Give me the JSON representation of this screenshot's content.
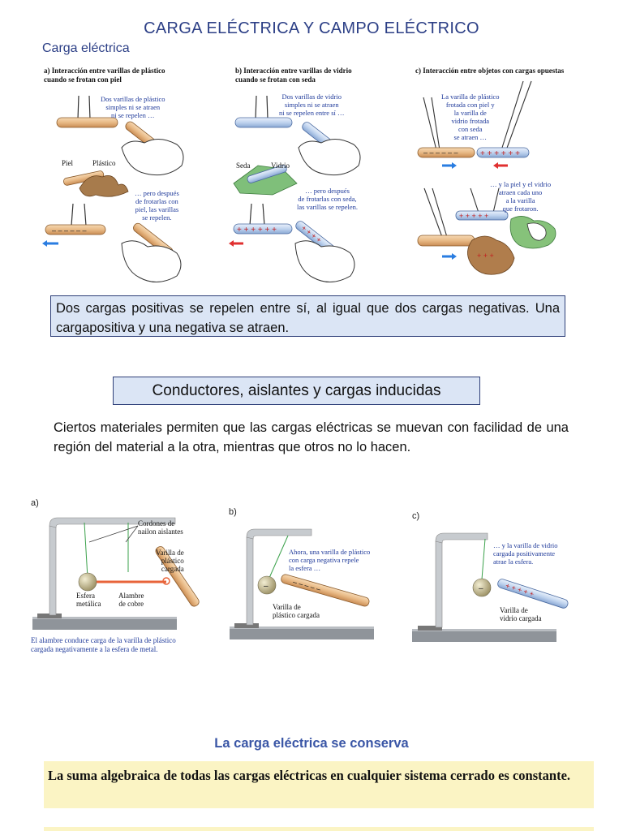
{
  "title": "CARGA ELÉCTRICA Y CAMPO ELÉCTRICO",
  "subtitle": "Carga eléctrica",
  "figure1": {
    "a": {
      "caption_line1": "a) Interacción entre varillas de plástico",
      "caption_line2": "cuando se frotan con piel",
      "note1": [
        "Dos varillas de plástico",
        "simples ni se atraen",
        "ni se repelen …"
      ],
      "label_piel": "Piel",
      "label_plastico": "Plástico",
      "note2": [
        "… pero después",
        "de frotarlas con",
        "piel, las varillas",
        "se repelen."
      ]
    },
    "b": {
      "caption_line1": "b) Interacción entre varillas de vidrio",
      "caption_line2": "cuando se frotan con seda",
      "note1": [
        "Dos varillas de vidrio",
        "simples ni se atraen",
        "ni se repelen entre sí …"
      ],
      "label_seda": "Seda",
      "label_vidrio": "Vidrio",
      "note2": [
        "… pero después",
        "de frotarlas con seda,",
        "las varillas se repelen."
      ]
    },
    "c": {
      "caption_line1": "c) Interacción entre objetos con cargas opuestas",
      "note1": [
        "La varilla de plástico",
        "frotada con piel y",
        "la varilla de",
        "vidrio frotada",
        "con seda",
        "se atraen …"
      ],
      "note2": [
        "… y la piel y el vidrio",
        "atraen cada uno",
        "a la varilla",
        "que frotaron."
      ]
    }
  },
  "rule_box": "Dos cargas positivas se repelen entre sí, al igual que dos cargas negativas. Una cargapositiva y una negativa se atraen.",
  "section2_title": "Conductores, aislantes y cargas inducidas",
  "section2_paragraph": "Ciertos materiales permiten que las cargas eléctricas se muevan con facilidad de una región del material a la otra, mientras que otros no lo hacen.",
  "figure2": {
    "a": {
      "tag": "a)",
      "label_cordones": [
        "Cordones de",
        "nailon aislantes"
      ],
      "label_varilla": [
        "Varilla de",
        "plástico",
        "cargada"
      ],
      "label_esfera": [
        "Esfera",
        "metálica"
      ],
      "label_alambre": [
        "Alambre",
        "de cobre"
      ],
      "caption": [
        "El alambre conduce carga de la varilla de plástico",
        "cargada negativamente a la esfera de metal."
      ]
    },
    "b": {
      "tag": "b)",
      "note": [
        "Ahora, una varilla de plástico",
        "con carga negativa repele",
        "la esfera …"
      ],
      "label_varilla": [
        "Varilla de",
        "plástico cargada"
      ]
    },
    "c": {
      "tag": "c)",
      "note": [
        "… y la varilla de vidrio",
        "cargada positivamente",
        "atrae la esfera."
      ],
      "label_varilla": [
        "Varilla de",
        "vidrio cargada"
      ]
    }
  },
  "section3_title": "La carga eléctrica se conserva",
  "conservation_box": "La suma algebraica de todas las cargas eléctricas en cualquier sistema cerrado es constante.",
  "colors": {
    "title_blue": "#2c3f86",
    "box_blue": "#dbe5f5",
    "box_yellow": "#fbf4c4",
    "section_blue": "#3a56a6"
  }
}
